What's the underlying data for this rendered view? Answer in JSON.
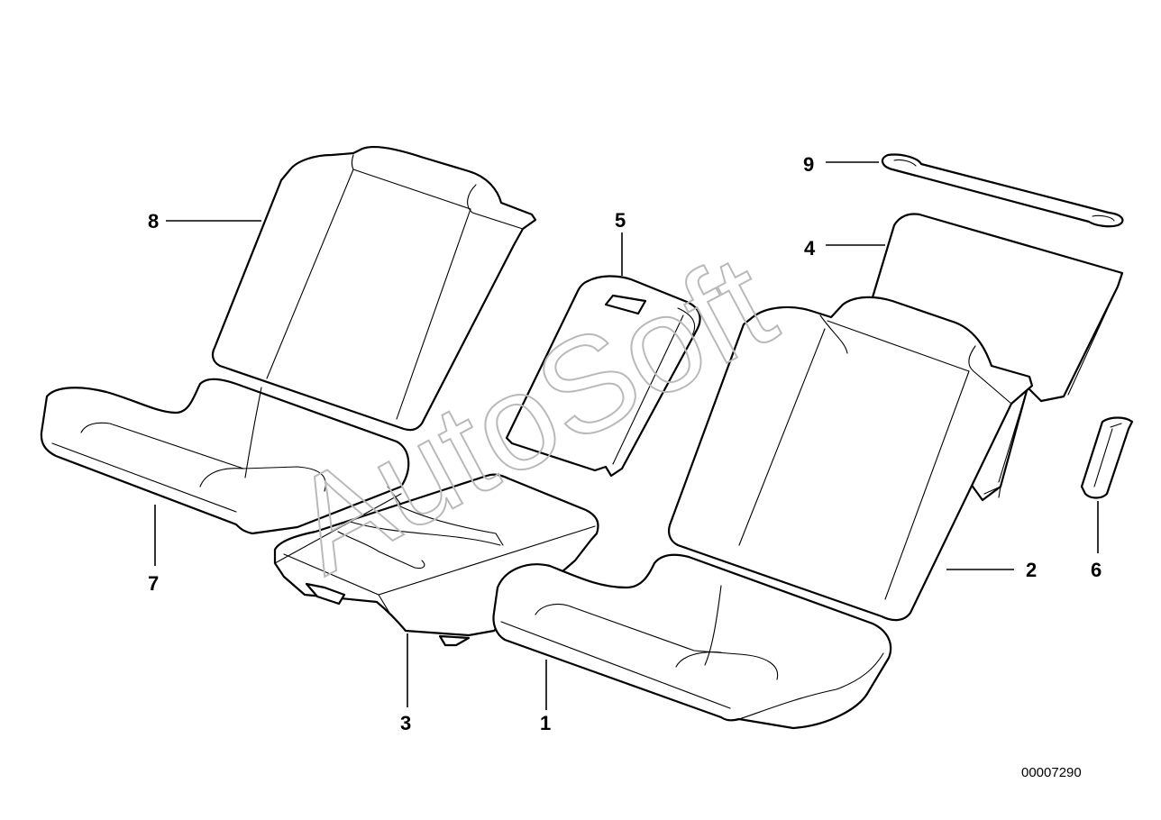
{
  "diagram": {
    "watermark": "AutoSoft",
    "doc_number": "00007290",
    "callouts": [
      {
        "id": "1",
        "label": "1"
      },
      {
        "id": "2",
        "label": "2"
      },
      {
        "id": "3",
        "label": "3"
      },
      {
        "id": "4",
        "label": "4"
      },
      {
        "id": "5",
        "label": "5"
      },
      {
        "id": "6",
        "label": "6"
      },
      {
        "id": "7",
        "label": "7"
      },
      {
        "id": "8",
        "label": "8"
      },
      {
        "id": "9",
        "label": "9"
      }
    ],
    "colors": {
      "line": "#000000",
      "watermark": "#b9b9b9",
      "background": "#ffffff"
    }
  }
}
